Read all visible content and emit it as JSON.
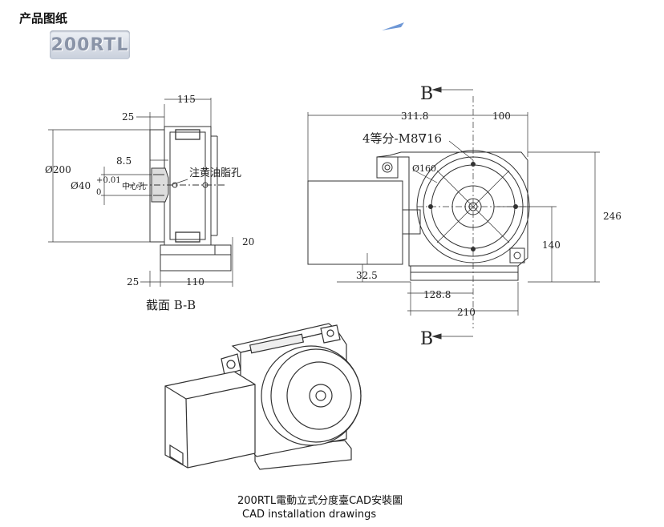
{
  "heading": "产品图纸",
  "model_badge": "200RTL",
  "section_view": {
    "caption": "截面  B-B",
    "dims": {
      "d115": "115",
      "d25_top": "25",
      "d8_5": "8.5",
      "d_phi200": "Ø200",
      "d_phi40": "Ø40",
      "tol_plus": "+0.01",
      "tol_zero": "0",
      "center_hole": "中心孔",
      "grease_hole": "注黄油脂孔",
      "d20": "20",
      "d25_bottom": "25",
      "d110": "110"
    }
  },
  "top_view": {
    "section_mark_top": "B",
    "section_mark_bottom": "B",
    "dims": {
      "d311_8": "311.8",
      "d100": "100",
      "bolt_note": "4等分-M8∇16",
      "d_phi160": "Ø160",
      "d246": "246",
      "d140": "140",
      "d32_5": "32.5",
      "d128_8": "128.8",
      "d210": "210"
    }
  },
  "captions": {
    "line1": "200RTL電動立式分度臺CAD安裝圖",
    "line2": "CAD installation drawings"
  },
  "colors": {
    "line": "#333333",
    "badge_text": "#8a94a8",
    "accent": "#4a76c0"
  }
}
